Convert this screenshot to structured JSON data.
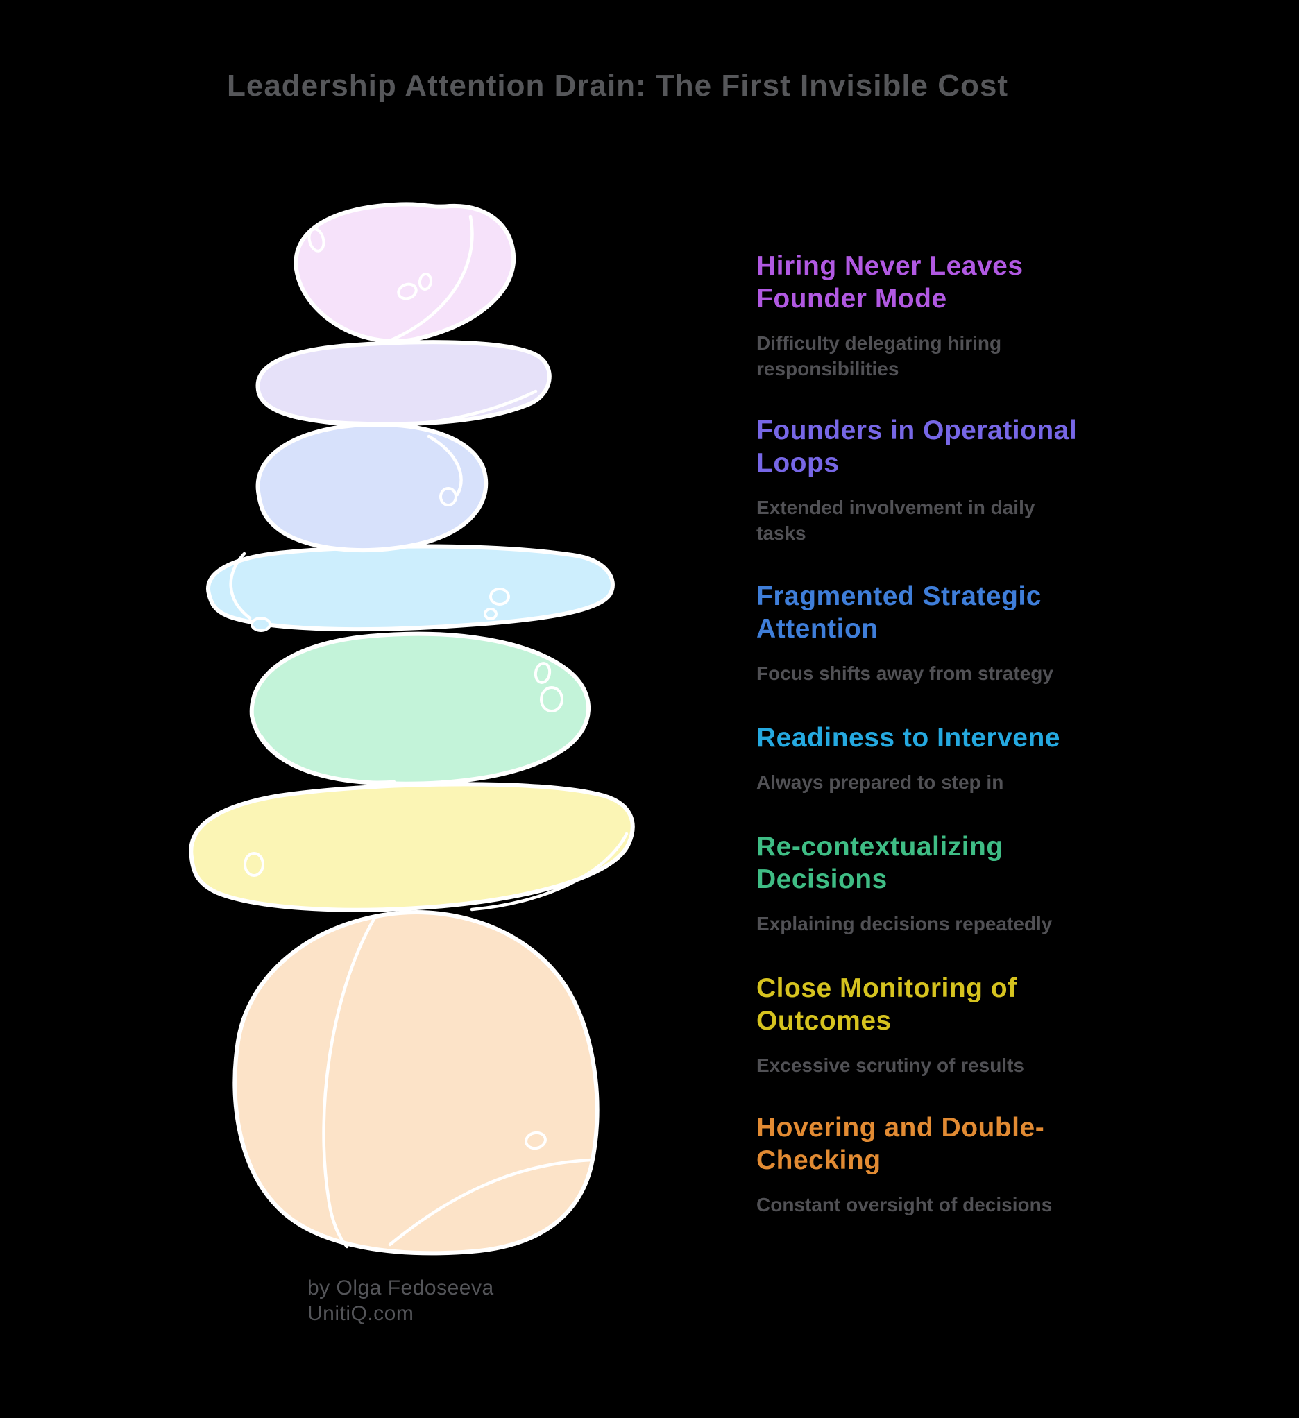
{
  "title": "Leadership Attention Drain: The First Invisible Cost",
  "colors": {
    "background": "#000000",
    "title": "#56575a",
    "description": "#515155",
    "attribution": "#545559"
  },
  "items": [
    {
      "heading": "Hiring Never Leaves Founder Mode",
      "description": "Difficulty delegating hiring responsibilities",
      "color": "#b159e2"
    },
    {
      "heading": "Founders in Operational Loops",
      "description": "Extended involvement in daily tasks",
      "color": "#7767e6"
    },
    {
      "heading": "Fragmented Strategic Attention",
      "description": "Focus shifts away from strategy",
      "color": "#3f7ed9"
    },
    {
      "heading": "Readiness to Intervene",
      "description": "Always prepared to step in",
      "color": "#25a9e0"
    },
    {
      "heading": "Re-contextualizing Decisions",
      "description": "Explaining decisions repeatedly",
      "color": "#3fbd85"
    },
    {
      "heading": "Close Monitoring of Outcomes",
      "description": "Excessive scrutiny of results",
      "color": "#d6c31f"
    },
    {
      "heading": "Hovering and Double-Checking",
      "description": "Constant oversight of decisions",
      "color": "#e28b33"
    }
  ],
  "stones": [
    {
      "name": "pink-top-stone",
      "color": "#f6e2fa"
    },
    {
      "name": "lavender-flat-stone",
      "color": "#e6e1f9"
    },
    {
      "name": "periwinkle-stone",
      "color": "#d7e1fb"
    },
    {
      "name": "cyan-flat-stone",
      "color": "#cdeefd"
    },
    {
      "name": "mint-stone",
      "color": "#c3f3d9"
    },
    {
      "name": "yellow-flat-stone",
      "color": "#fbf5b5"
    },
    {
      "name": "peach-base-stone",
      "color": "#fce3c8"
    }
  ],
  "attribution": {
    "line1": "by Olga Fedoseeva",
    "line2": "UnitiQ.com"
  }
}
